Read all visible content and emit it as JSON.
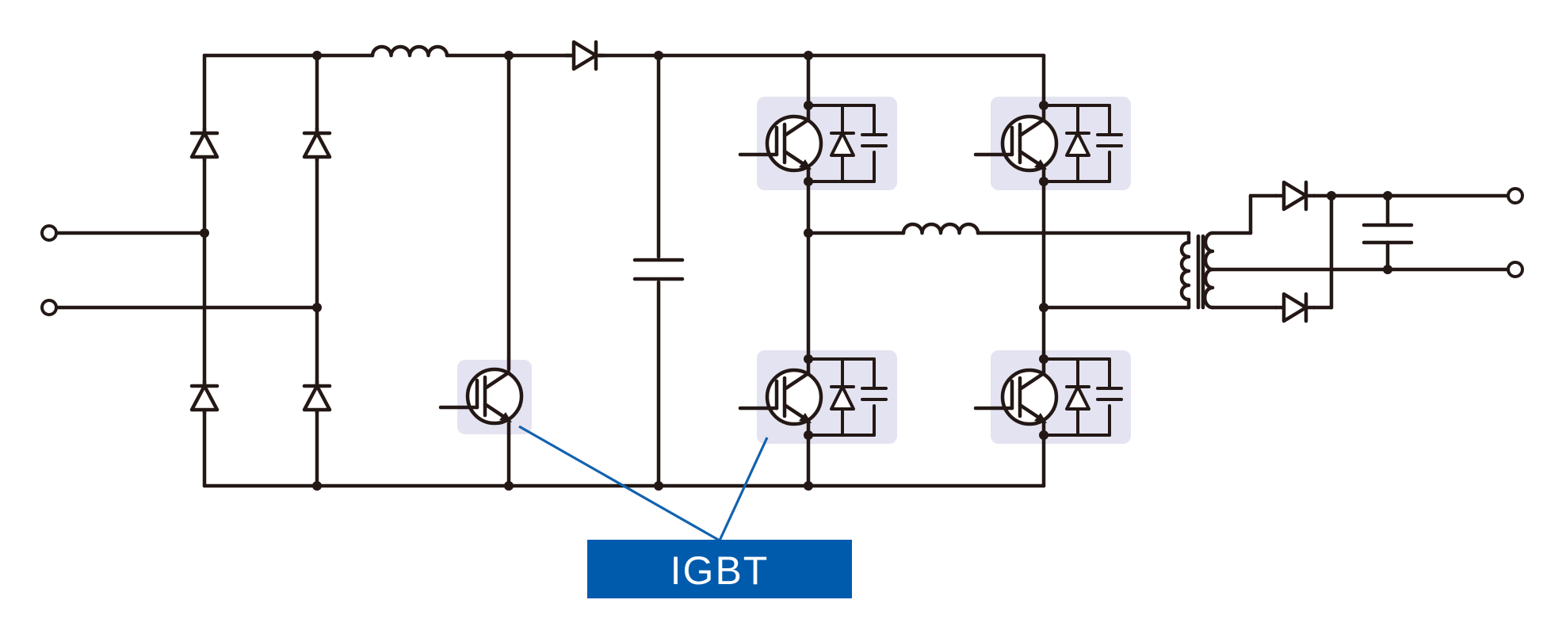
{
  "diagram": {
    "type": "circuit-schematic",
    "callout": {
      "label": "IGBT",
      "color": "#005bac",
      "text_color": "#ffffff"
    },
    "highlight_color": "#e4e3f1",
    "wire_color": "#231815",
    "components": {
      "bridge_rectifier_diodes": 4,
      "inductors": 2,
      "series_diode": 1,
      "capacitors": 2,
      "pfc_igbt": 1,
      "h_bridge_igbt_modules": 4,
      "transformer": 1,
      "output_rectifier_diodes": 2,
      "input_terminals": 2,
      "output_terminals": 2
    }
  }
}
